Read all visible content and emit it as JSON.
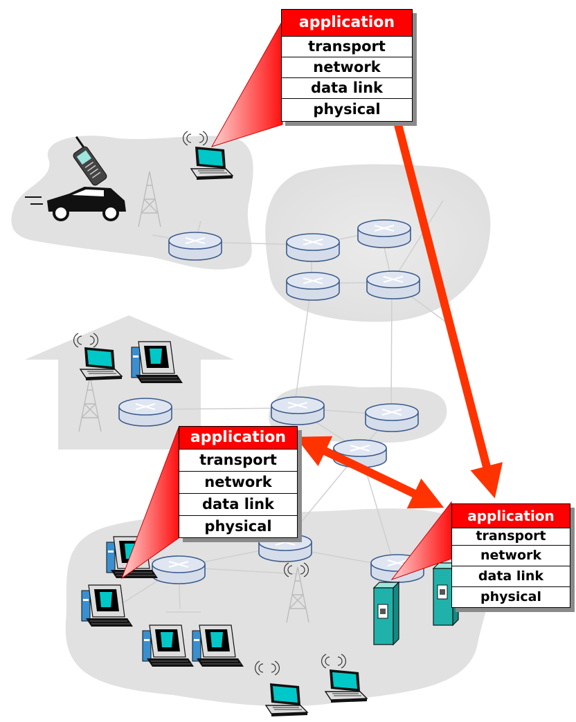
{
  "stacks": [
    {
      "layers": [
        "application",
        "transport",
        "network",
        "data link",
        "physical"
      ]
    },
    {
      "layers": [
        "application",
        "transport",
        "network",
        "data link",
        "physical"
      ]
    },
    {
      "layers": [
        "application",
        "transport",
        "network",
        "data link",
        "physical"
      ]
    }
  ],
  "colors": {
    "cloud": "#e3e3e3",
    "router_top": "#d9e2f0",
    "router_edge": "#3b5b8a",
    "link": "#c8c8c8",
    "arrow": "#ff3300",
    "callout_light": "#ffd0d0",
    "callout_dark": "#ff0000",
    "application_bg": "#ff0000",
    "screen": "#00c8c8",
    "server": "#20b2aa"
  },
  "icons": [
    "router-icon",
    "laptop-icon",
    "desktop-pc-icon",
    "server-icon",
    "cell-tower-icon",
    "cellphone-icon",
    "car-icon",
    "house-icon"
  ]
}
